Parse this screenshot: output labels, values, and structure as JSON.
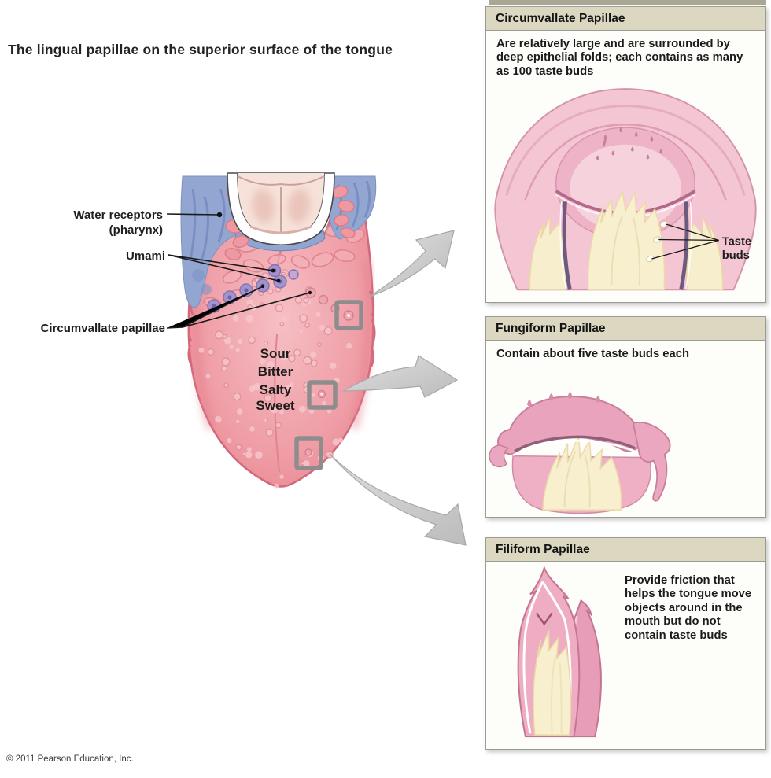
{
  "title": "The lingual papillae on the superior surface of the tongue",
  "copyright": "© 2011 Pearson Education, Inc.",
  "tongue_labels": {
    "water_receptors_line1": "Water receptors",
    "water_receptors_line2": "(pharynx)",
    "umami": "Umami",
    "circumvallate": "Circumvallate papillae",
    "tastes": {
      "sour": "Sour",
      "bitter": "Bitter",
      "salty": "Salty",
      "sweet": "Sweet"
    }
  },
  "panels": [
    {
      "id": "circumvallate",
      "title": "Circumvallate Papillae",
      "description": "Are relatively large and are surrounded by deep epithelial folds; each contains as many as 100 taste buds",
      "labels": {
        "taste_buds_line1": "Taste",
        "taste_buds_line2": "buds"
      }
    },
    {
      "id": "fungiform",
      "title": "Fungiform Papillae",
      "description": "Contain about five taste buds each"
    },
    {
      "id": "filiform",
      "title": "Filiform Papillae",
      "description": "Provide friction that helps the tongue move objects around in the mouth but do not contain taste buds"
    }
  ],
  "colors": {
    "panel_header_bg": "#dbd7c1",
    "tongue_pink": "#ee9aa3",
    "pharynx_blue": "#92a6d1",
    "papilla_purple": "#a393cc",
    "nerve_cream": "#f8efcf",
    "arrow_gray": "#cccccc"
  }
}
